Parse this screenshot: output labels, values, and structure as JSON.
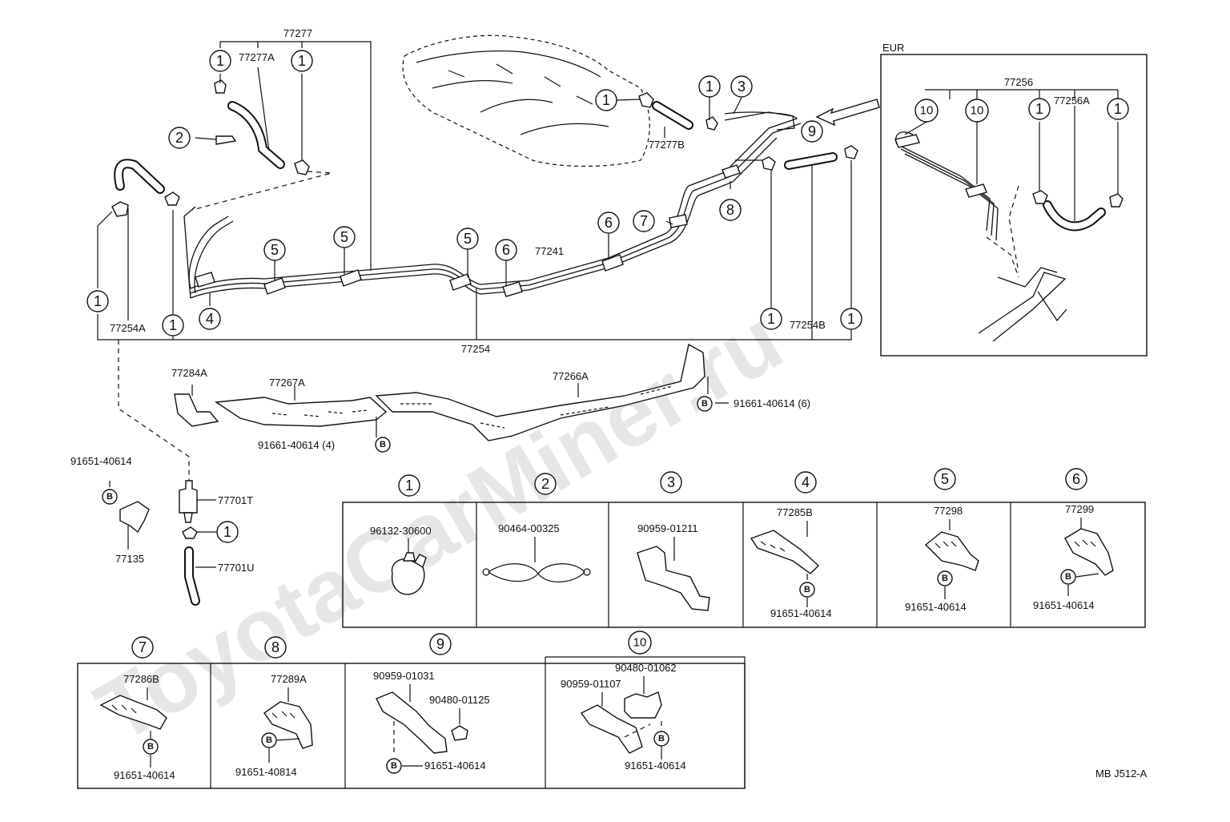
{
  "diagram": {
    "watermark": "ToyotaCarMiner.ru",
    "footer_code": "MB J512-A",
    "eur_label": "EUR",
    "labels": {
      "l77277": "77277",
      "l77277A": "77277A",
      "l77277B": "77277B",
      "l77241": "77241",
      "l77254": "77254",
      "l77254A": "77254A",
      "l77254B": "77254B",
      "l77256": "77256",
      "l77256A": "77256A",
      "l77284A": "77284A",
      "l77267A": "77267A",
      "l77266A": "77266A",
      "l91661_6": "91661-40614 (6)",
      "l91661_4": "91661-40614 (4)",
      "l91651_left": "91651-40614",
      "l77701T": "77701T",
      "l77701U": "77701U",
      "l77135": "77135"
    },
    "callout_letter": "B",
    "callouts": [
      "1",
      "2",
      "3",
      "4",
      "5",
      "6",
      "7",
      "8",
      "9",
      "10"
    ],
    "detail_boxes": [
      {
        "num": "1",
        "parts": [
          "96132-30600"
        ]
      },
      {
        "num": "2",
        "parts": [
          "90464-00325"
        ]
      },
      {
        "num": "3",
        "parts": [
          "90959-01211"
        ]
      },
      {
        "num": "4",
        "parts": [
          "77285B",
          "91651-40614"
        ]
      },
      {
        "num": "5",
        "parts": [
          "77298",
          "91651-40614"
        ]
      },
      {
        "num": "6",
        "parts": [
          "77299",
          "91651-40614"
        ]
      },
      {
        "num": "7",
        "parts": [
          "77286B",
          "91651-40614"
        ]
      },
      {
        "num": "8",
        "parts": [
          "77289A",
          "91651-40814"
        ]
      },
      {
        "num": "9",
        "parts": [
          "90959-01031",
          "90480-01125",
          "91651-40614"
        ]
      },
      {
        "num": "10",
        "parts": [
          "90959-01107",
          "90480-01062",
          "91651-40614"
        ]
      }
    ]
  }
}
